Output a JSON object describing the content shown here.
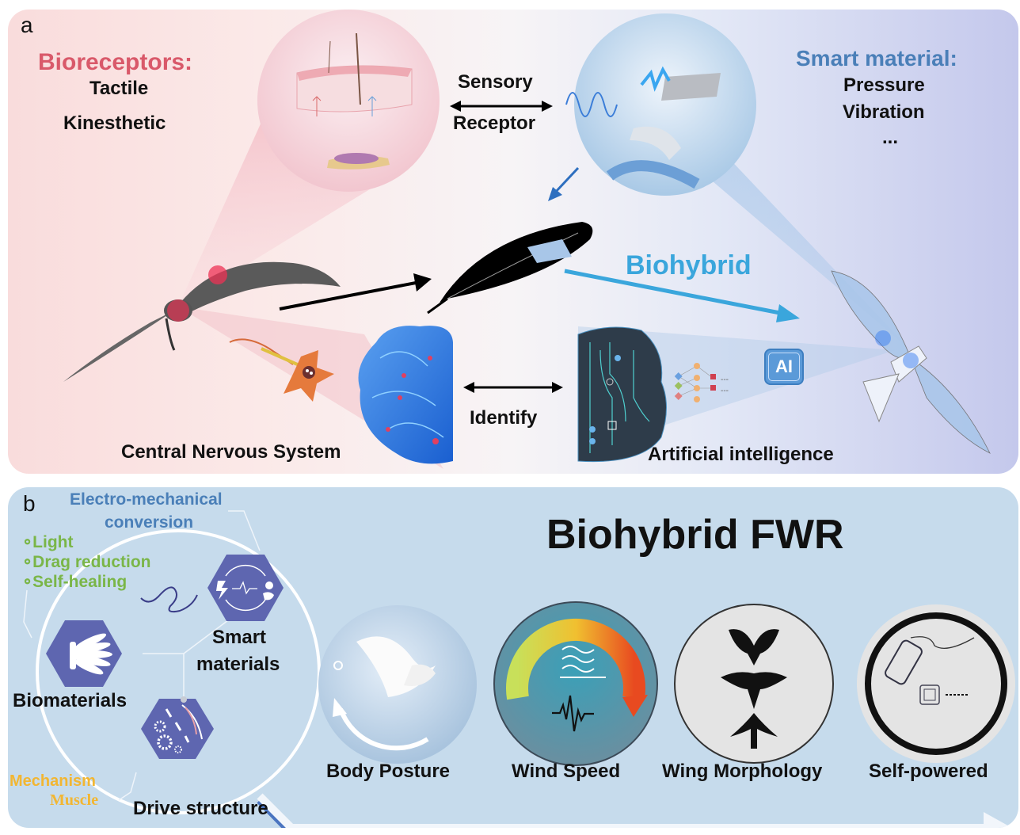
{
  "panel_a": {
    "label": "a",
    "bioreceptors": {
      "title": "Bioreceptors:",
      "items": [
        "Tactile",
        "Kinesthetic"
      ],
      "color": "#d9596a"
    },
    "smart_material": {
      "title": "Smart material:",
      "items": [
        "Pressure",
        "Vibration",
        "..."
      ],
      "color": "#4a7fb8"
    },
    "sensory_receptor": {
      "line1": "Sensory",
      "line2": "Receptor"
    },
    "biohybrid": {
      "label": "Biohybrid",
      "color": "#3aa6dc"
    },
    "identify": "Identify",
    "central_nervous_system": "Central Nervous System",
    "artificial_intelligence": "Artificial intelligence",
    "ai_badge": "AI",
    "icons": [
      "skin-cross-section-icon",
      "smart-material-film-icon",
      "bird-icon",
      "feather-icon",
      "neuron-icon",
      "brain-icon",
      "circuit-brain-icon",
      "neural-network-icon",
      "robot-bird-icon"
    ]
  },
  "panel_b": {
    "label": "b",
    "title": "Biohybrid FWR",
    "electro_mechanical": {
      "line1": "Electro-mechanical",
      "line2": "conversion",
      "color": "#4a7fb8"
    },
    "properties": {
      "items": [
        "Light",
        "Drag reduction",
        "Self-healing"
      ],
      "color": "#7ab648"
    },
    "mechanism_muscle": {
      "items": [
        "Mechanism",
        "Muscle"
      ],
      "color": "#f2b632"
    },
    "hexagons": [
      {
        "label": "Biomaterials",
        "icon": "feathers-icon"
      },
      {
        "label_line1": "Smart",
        "label_line2": "materials",
        "icon": "energy-conversion-icon"
      },
      {
        "label": "Drive structure",
        "icon": "gears-muscle-icon"
      }
    ],
    "capabilities": [
      {
        "label": "Body Posture",
        "icon": "dove-rotation-icon"
      },
      {
        "label": "Wind Speed",
        "icon": "wind-gauge-icon"
      },
      {
        "label": "Wing Morphology",
        "icon": "bird-silhouettes-icon"
      },
      {
        "label": "Self-powered",
        "icon": "battery-chip-icon"
      }
    ],
    "hex_color": "#5e66b0"
  }
}
